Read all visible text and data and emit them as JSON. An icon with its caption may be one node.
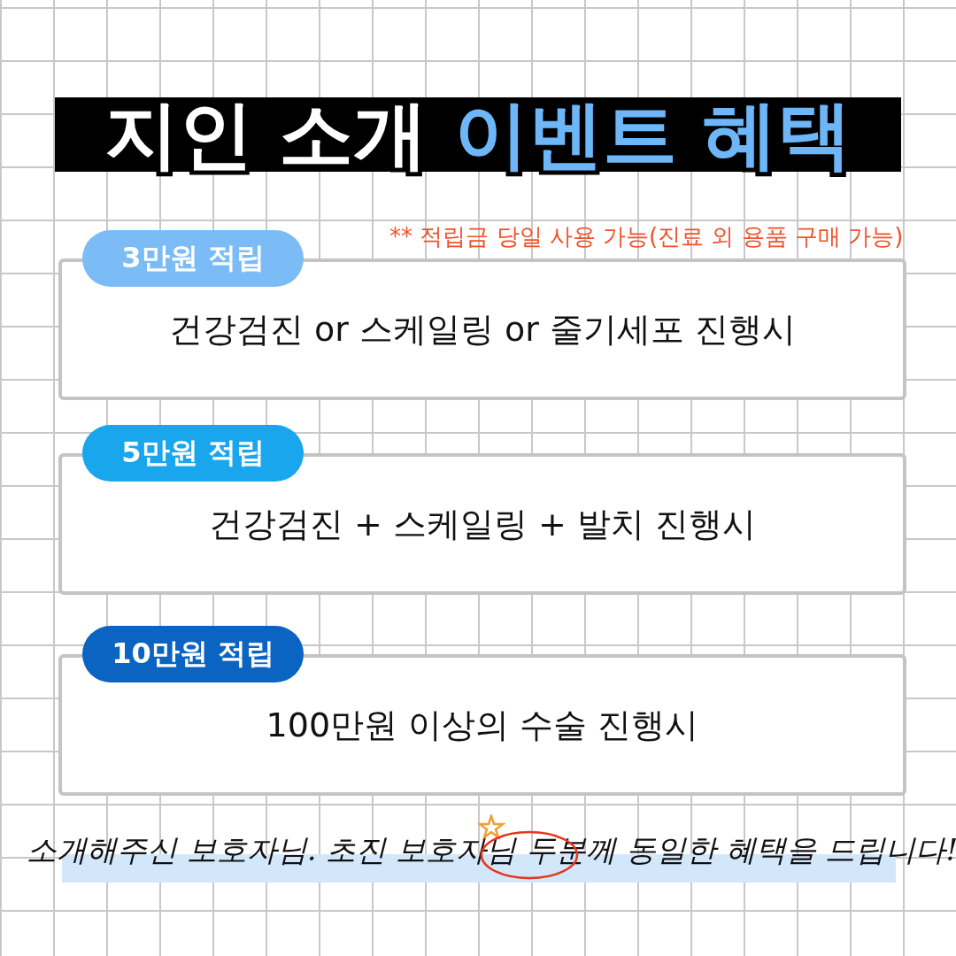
{
  "diagram": {
    "title": "지인 소개 이벤트 혜택",
    "caption": "소개해주신 보호자님. 초진 보호자님 두분께 동일한 혜택을 드립니다!",
    "nodes": [
      {
        "text": [
          "3만원 적립"
        ]
      },
      {
        "text": [
          "건강검진 or 스케일링 or 줄기세포 진행시"
        ]
      },
      {
        "text": [
          "5만원 적립"
        ]
      },
      {
        "text": [
          "건강검진 + 스케일링 + 발치 진행시"
        ]
      },
      {
        "text": [
          "10만원 적립"
        ]
      },
      {
        "text": [
          "100만원 이상의 수술 진행시"
        ]
      }
    ],
    "labels": [
      "** 적립금 당일 사용 가능(진료 외 용품 구매 가능)"
    ]
  }
}
